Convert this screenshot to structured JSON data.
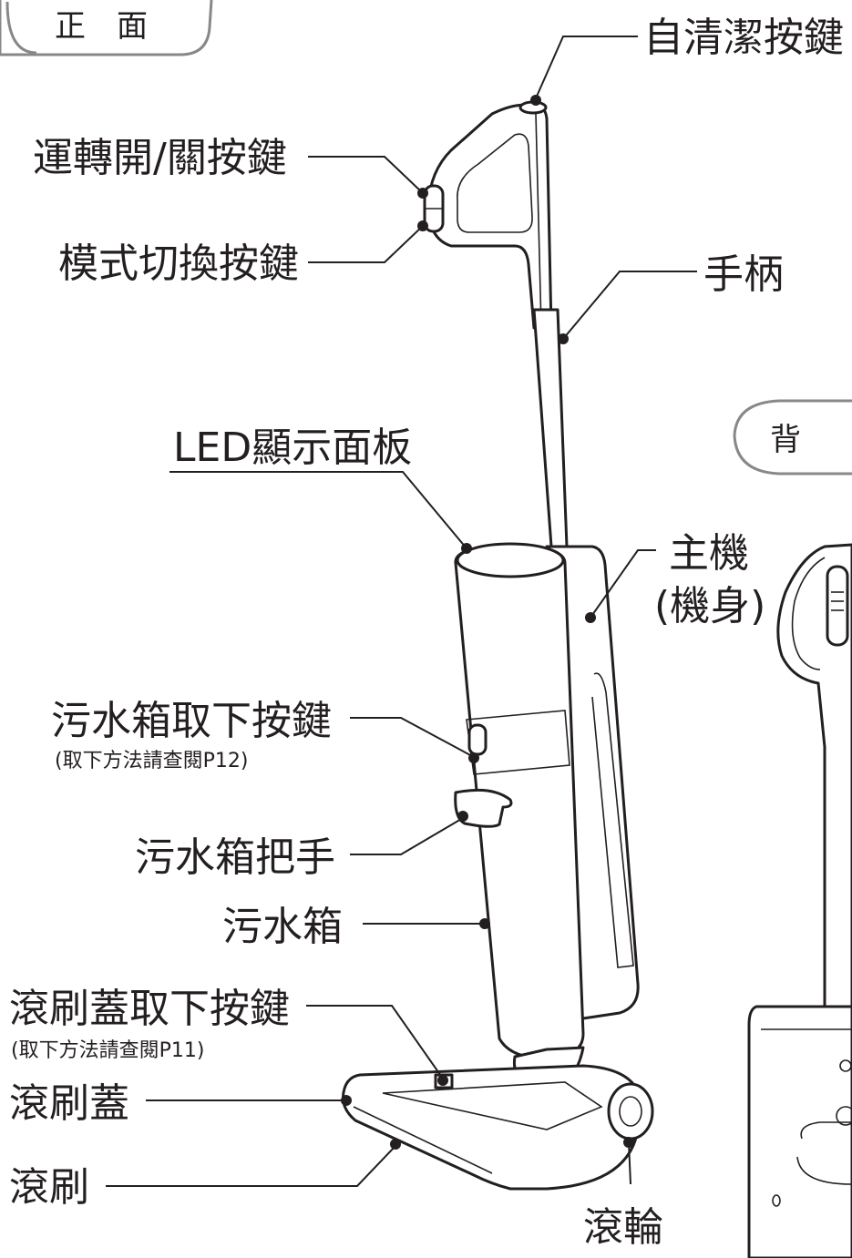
{
  "sections": {
    "front": "正　面",
    "back": "背"
  },
  "labels": {
    "self_clean_button": "自清潔按鍵",
    "power_button": "運轉開/關按鍵",
    "mode_button": "模式切換按鍵",
    "handle": "手柄",
    "led_panel": "LED顯示面板",
    "main_unit_line1": "主機",
    "main_unit_line2": "(機身)",
    "dirty_tank_release": "污水箱取下按鍵",
    "dirty_tank_release_note": "(取下方法請查閱P12)",
    "dirty_tank_handle": "污水箱把手",
    "dirty_tank": "污水箱",
    "brush_cover_release": "滾刷蓋取下按鍵",
    "brush_cover_release_note": "(取下方法請查閱P11)",
    "brush_cover": "滾刷蓋",
    "roller_brush": "滾刷",
    "wheel": "滾輪"
  }
}
